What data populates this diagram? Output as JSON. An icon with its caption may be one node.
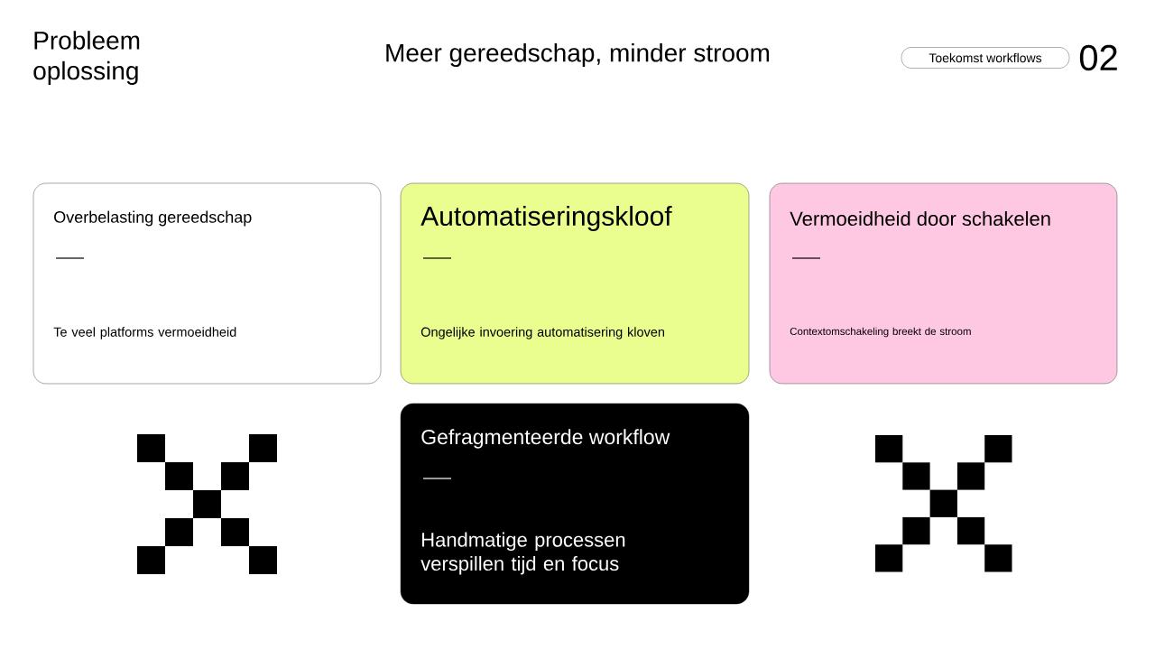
{
  "diagram": {
    "title": "Meer gereedschap, minder stroom",
    "nodes": [
      {
        "text": [
          "Toekomst workflows"
        ]
      },
      {
        "text": [
          "Overbelasting gereedschap",
          "Te veel platforms vermoeidheid"
        ]
      },
      {
        "text": [
          "Automatiseringskloof",
          "Ongelijke invoering automatisering kloven"
        ]
      },
      {
        "text": [
          "Vermoeidheid door schakelen",
          "Contextomschakeling breekt de stroom"
        ]
      },
      {
        "text": [
          "Gefragmenteerde workflow",
          "Handmatige processen verspillen tijd en focus"
        ]
      }
    ],
    "labels": [
      "Probleem oplossing",
      "02"
    ]
  }
}
